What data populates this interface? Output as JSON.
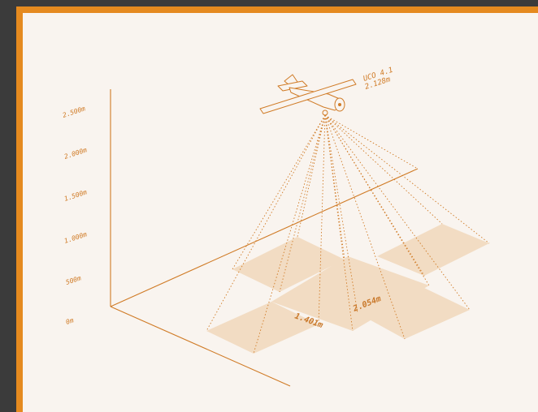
{
  "altitude_axis": {
    "ticks": [
      "2.500m",
      "2.000m",
      "1.500m",
      "1.000m",
      "500m",
      "0m"
    ]
  },
  "aircraft": {
    "name_line": "UCO 4.1",
    "altitude_line": "2.128m",
    "icon": "airplane-icon"
  },
  "footprint": {
    "width_label": "1.401m",
    "depth_label": "2.054m"
  },
  "colors": {
    "accent": "#e58a1f",
    "line": "#d07b26",
    "tile": "#f2dcc3",
    "paper": "#f9f4ef",
    "backdrop": "#3b3b3b"
  }
}
